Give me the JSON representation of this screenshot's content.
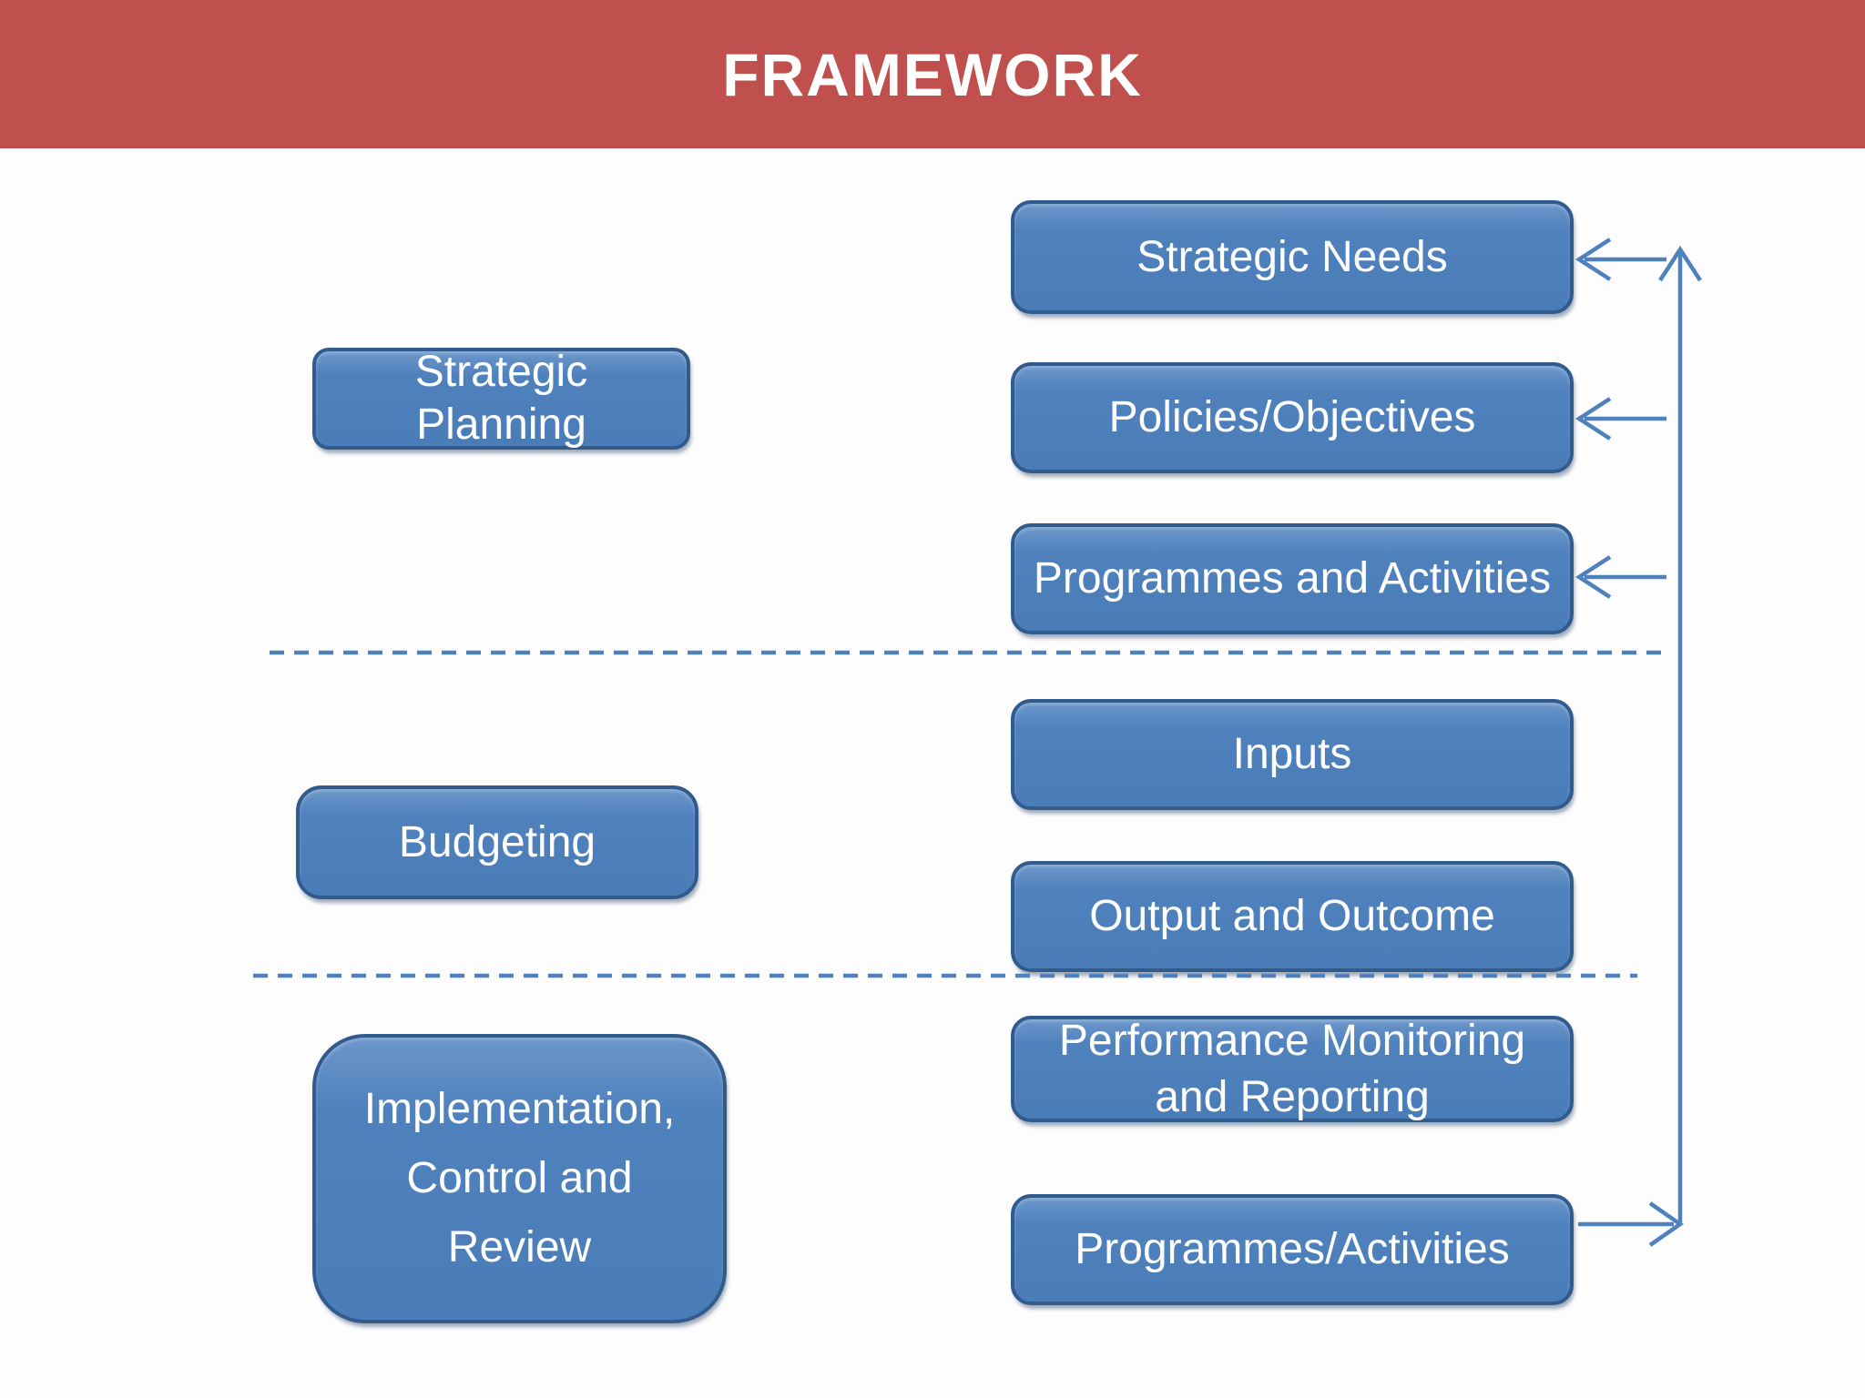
{
  "title": "FRAMEWORK",
  "colors": {
    "header_bg": "#c0504d",
    "box_fill": "#4f81bd",
    "box_fill_light": "#6b96c9",
    "box_fill_deep": "#4a7cb7",
    "box_border": "#315a8d",
    "connector": "#4f81bd",
    "canvas_bg": "#fdfdfd",
    "text_on_accent": "#ffffff"
  },
  "left_column": [
    {
      "name": "strategic-planning",
      "lines": [
        "Strategic",
        "Planning"
      ]
    },
    {
      "name": "budgeting",
      "lines": [
        "Budgeting"
      ]
    },
    {
      "name": "implementation-control-review",
      "lines": [
        "Implementation,",
        "Control and",
        "Review"
      ]
    }
  ],
  "right_column": [
    {
      "name": "strategic-needs",
      "lines": [
        "Strategic Needs"
      ]
    },
    {
      "name": "policies-objectives",
      "lines": [
        "Policies/Objectives"
      ]
    },
    {
      "name": "programmes-and-activities",
      "lines": [
        "Programmes and Activities"
      ]
    },
    {
      "name": "inputs",
      "lines": [
        "Inputs"
      ]
    },
    {
      "name": "output-and-outcome",
      "lines": [
        "Output and Outcome"
      ]
    },
    {
      "name": "performance-monitoring-and-reporting",
      "lines": [
        "Performance Monitoring",
        "and Reporting"
      ]
    },
    {
      "name": "programmes-activities",
      "lines": [
        "Programmes/Activities"
      ]
    }
  ],
  "connectors": {
    "feedback_loop": "bottom-right box feeds back up to top three boxes",
    "divider_style": "dashed"
  }
}
